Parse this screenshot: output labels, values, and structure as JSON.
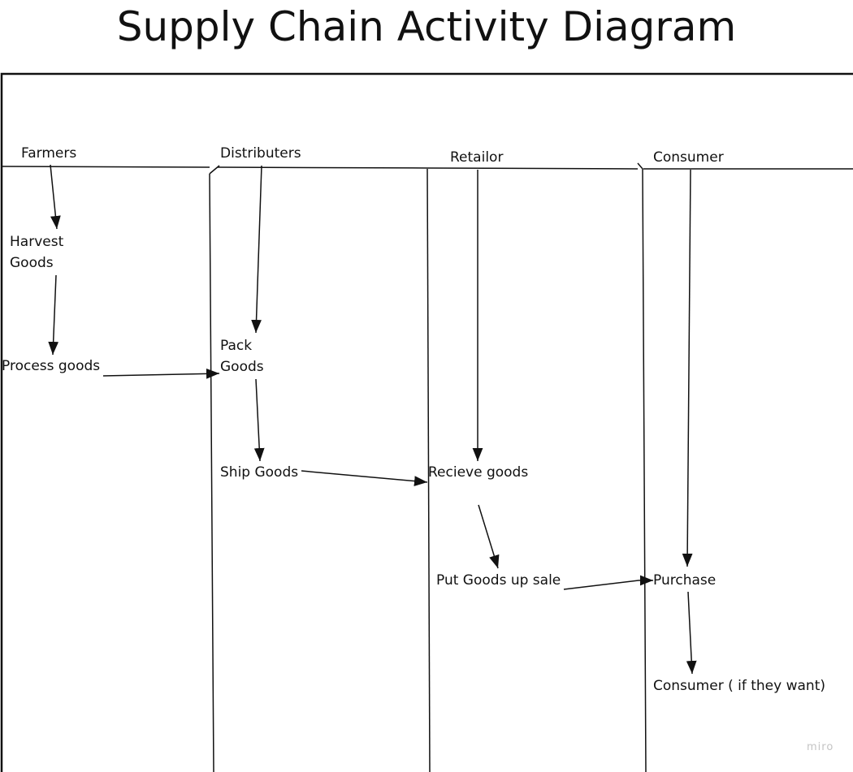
{
  "title": "Supply Chain Activity Diagram",
  "lanes": [
    {
      "id": "farmers",
      "label": "Farmers"
    },
    {
      "id": "distributers",
      "label": "Distributers"
    },
    {
      "id": "retailor",
      "label": "Retailor"
    },
    {
      "id": "consumer",
      "label": "Consumer"
    }
  ],
  "activities": {
    "harvest_goods": {
      "line1": "Harvest",
      "line2": "Goods"
    },
    "process_goods": "Process goods",
    "pack_goods": {
      "line1": "Pack",
      "line2": "Goods"
    },
    "ship_goods": "Ship Goods",
    "recieve_goods": "Recieve goods",
    "put_goods_up_sale": "Put Goods up sale",
    "purchase": "Purchase",
    "consumer_if_they_want": "Consumer ( if they want)"
  },
  "watermark": "miro",
  "colors": {
    "stroke": "#111111",
    "text": "#111111",
    "watermark": "#c4c4c4"
  }
}
